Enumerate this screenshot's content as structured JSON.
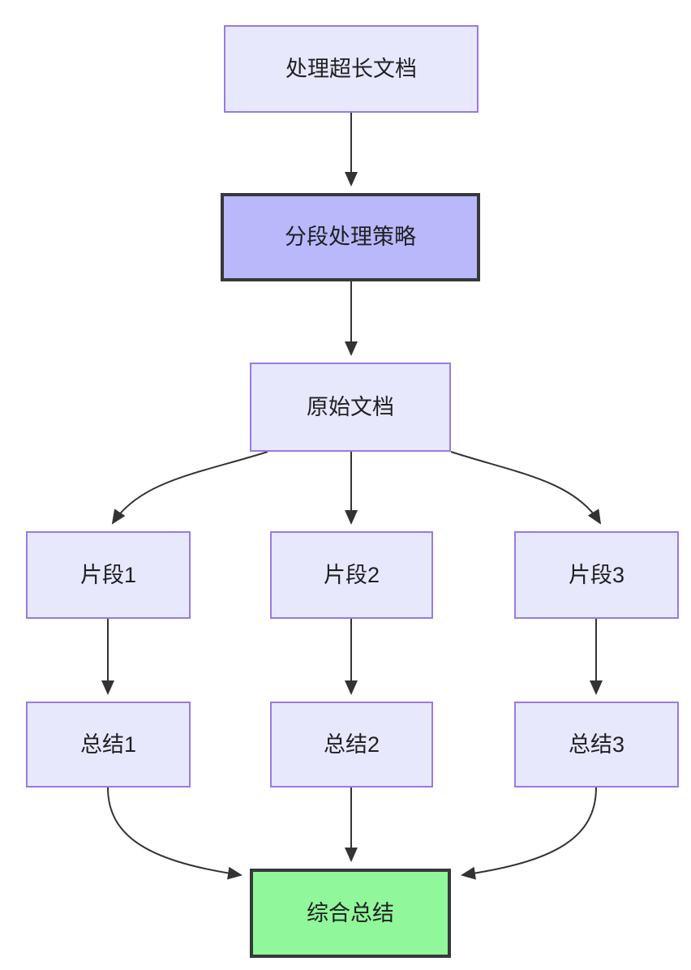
{
  "diagram": {
    "type": "flowchart",
    "direction": "top-to-bottom",
    "title_text": "",
    "background_color": "#ffffff",
    "palette": {
      "node_fill": "#e8e8fd",
      "node_border": "#9a7ae0",
      "highlight_fill": "#b8b8fa",
      "highlight_border": "#37383c",
      "result_fill": "#90f79a",
      "result_border": "#37383c",
      "edge_color": "#333333",
      "text_color": "#1f1f22"
    },
    "nodes": {
      "start": {
        "label": "处理超长文档",
        "style": "normal"
      },
      "strategy": {
        "label": "分段处理策略",
        "style": "highlight"
      },
      "source": {
        "label": "原始文档",
        "style": "normal"
      },
      "chunk1": {
        "label": "片段1",
        "style": "normal"
      },
      "chunk2": {
        "label": "片段2",
        "style": "normal"
      },
      "chunk3": {
        "label": "片段3",
        "style": "normal"
      },
      "summary1": {
        "label": "总结1",
        "style": "normal"
      },
      "summary2": {
        "label": "总结2",
        "style": "normal"
      },
      "summary3": {
        "label": "总结3",
        "style": "normal"
      },
      "final": {
        "label": "综合总结",
        "style": "result"
      }
    },
    "edges": [
      {
        "from": "start",
        "to": "strategy",
        "label": ""
      },
      {
        "from": "strategy",
        "to": "source",
        "label": ""
      },
      {
        "from": "source",
        "to": "chunk1",
        "label": ""
      },
      {
        "from": "source",
        "to": "chunk2",
        "label": ""
      },
      {
        "from": "source",
        "to": "chunk3",
        "label": ""
      },
      {
        "from": "chunk1",
        "to": "summary1",
        "label": ""
      },
      {
        "from": "chunk2",
        "to": "summary2",
        "label": ""
      },
      {
        "from": "chunk3",
        "to": "summary3",
        "label": ""
      },
      {
        "from": "summary1",
        "to": "final",
        "label": ""
      },
      {
        "from": "summary2",
        "to": "final",
        "label": ""
      },
      {
        "from": "summary3",
        "to": "final",
        "label": ""
      }
    ]
  }
}
